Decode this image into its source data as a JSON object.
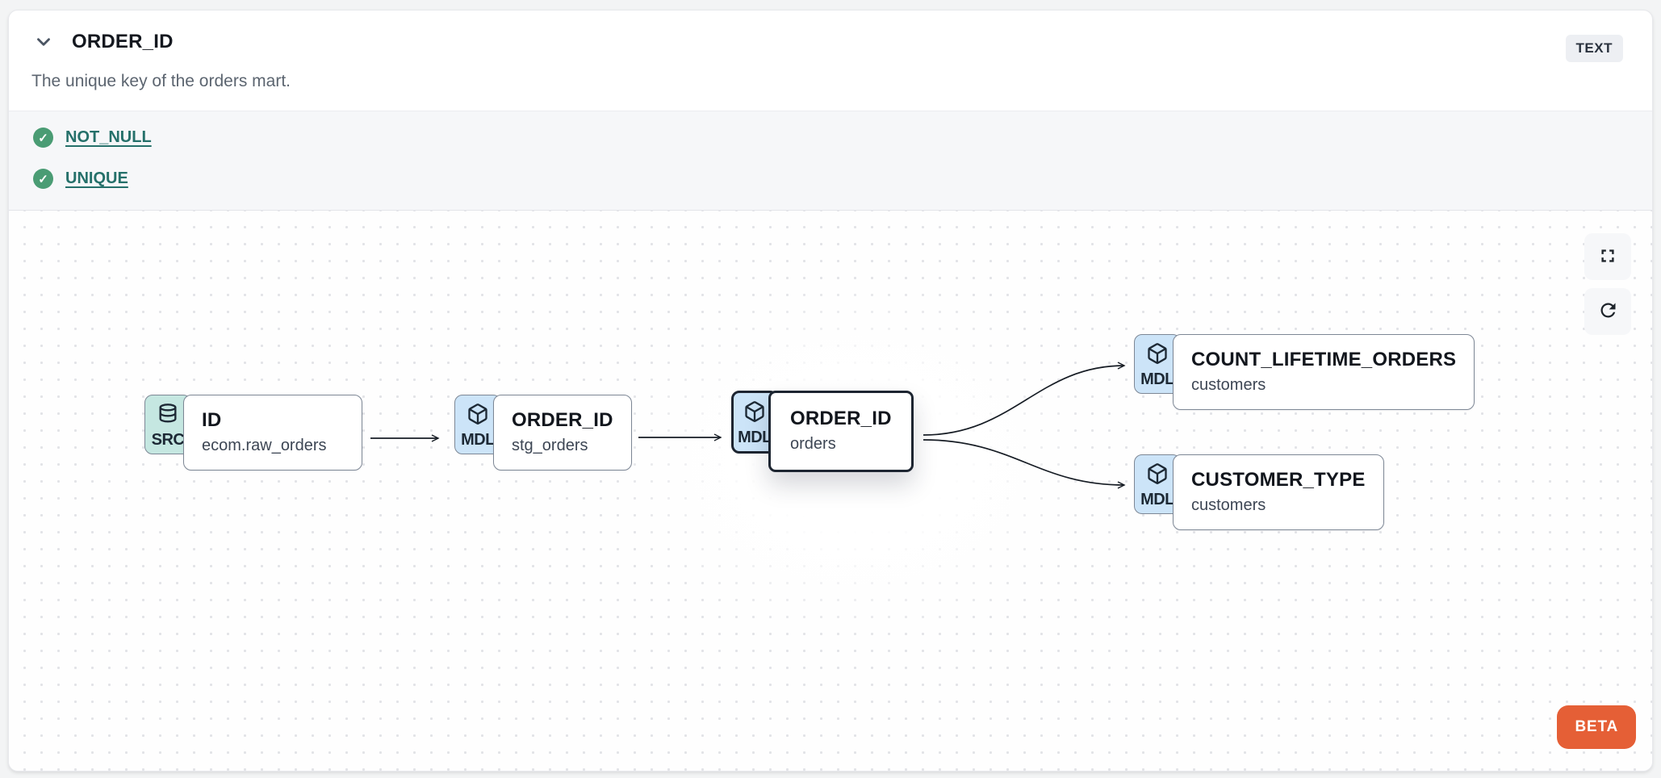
{
  "header": {
    "title": "ORDER_ID",
    "type_badge": "TEXT",
    "description": "The unique key of the orders mart."
  },
  "tests": {
    "items": [
      {
        "label": "NOT_NULL",
        "status": "pass",
        "status_icon": "check-circle-icon",
        "check_glyph": "✓"
      },
      {
        "label": "UNIQUE",
        "status": "pass",
        "status_icon": "check-circle-icon",
        "check_glyph": "✓"
      }
    ]
  },
  "lineage": {
    "beta_label": "BETA",
    "nodes": [
      {
        "kind_label": "SRC",
        "icon": "database-icon",
        "title": "ID",
        "subtitle": "ecom.raw_orders",
        "selected": false
      },
      {
        "kind_label": "MDL",
        "icon": "cube-icon",
        "title": "ORDER_ID",
        "subtitle": "stg_orders",
        "selected": false
      },
      {
        "kind_label": "MDL",
        "icon": "cube-icon",
        "title": "ORDER_ID",
        "subtitle": "orders",
        "selected": true
      },
      {
        "kind_label": "MDL",
        "icon": "cube-icon",
        "title": "COUNT_LIFETIME_ORDERS",
        "subtitle": "customers",
        "selected": false
      },
      {
        "kind_label": "MDL",
        "icon": "cube-icon",
        "title": "CUSTOMER_TYPE",
        "subtitle": "customers",
        "selected": false
      }
    ]
  },
  "colors": {
    "accent_orange": "#e55f36",
    "test_pass_green": "#4a9c74",
    "link_teal": "#25706a",
    "mdl_badge_blue": "#cce4f8",
    "src_badge_teal": "#c5e7e1",
    "selected_border": "#1d2531"
  }
}
